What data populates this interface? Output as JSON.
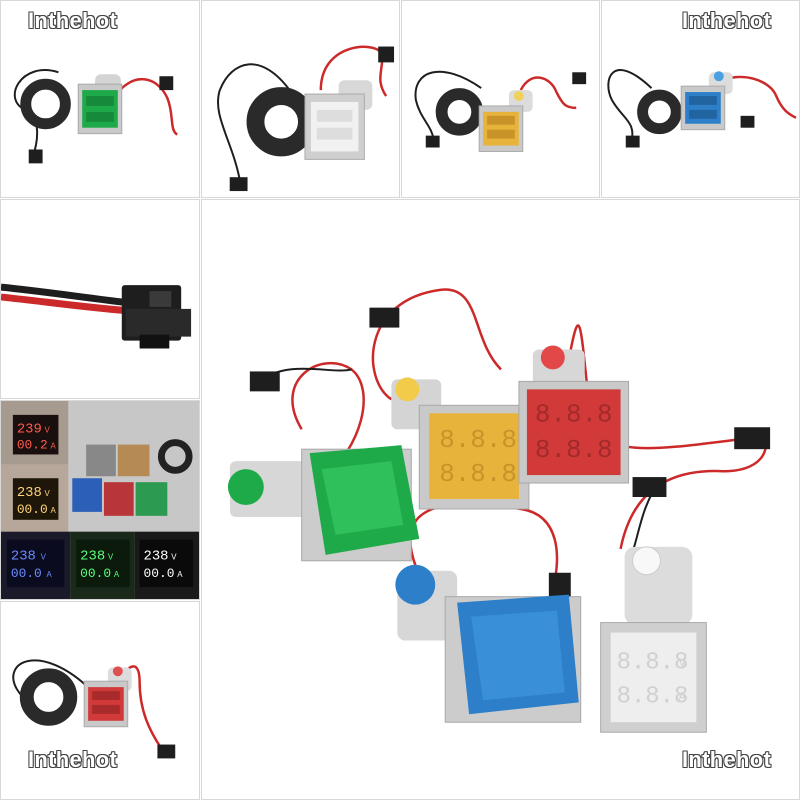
{
  "watermark": {
    "brand": "Inthehot"
  },
  "colors": {
    "green": "#1faa4a",
    "white_meter": "#f1f1f1",
    "yellow": "#e8b33a",
    "blue": "#2c7fc8",
    "red": "#d23a3a",
    "housing": "#c9c9c9",
    "wire_red": "#cc2a2a",
    "wire_black": "#1e1e1e",
    "ring": "#2a2a2a"
  },
  "thumbnails": [
    {
      "name": "green",
      "color": "#1faa4a"
    },
    {
      "name": "white",
      "color": "#f1f1f1"
    },
    {
      "name": "yellow",
      "color": "#e8b33a"
    },
    {
      "name": "blue",
      "color": "#2c7fc8"
    }
  ],
  "display_readings": [
    {
      "volts": "239",
      "amps": "00.2",
      "color": "#ff5a4a"
    },
    {
      "volts": "238",
      "amps": "00.0",
      "color": "#ffd27a"
    },
    {
      "volts": "238",
      "amps": "00.0",
      "color": "#6b8bff"
    },
    {
      "volts": "238",
      "amps": "00.0",
      "color": "#5aff7a"
    },
    {
      "volts": "238",
      "amps": "00.0",
      "color": "#ffffff"
    }
  ],
  "units": {
    "volt": "V",
    "amp": "A"
  },
  "main_meter_digits": "8.8.8"
}
